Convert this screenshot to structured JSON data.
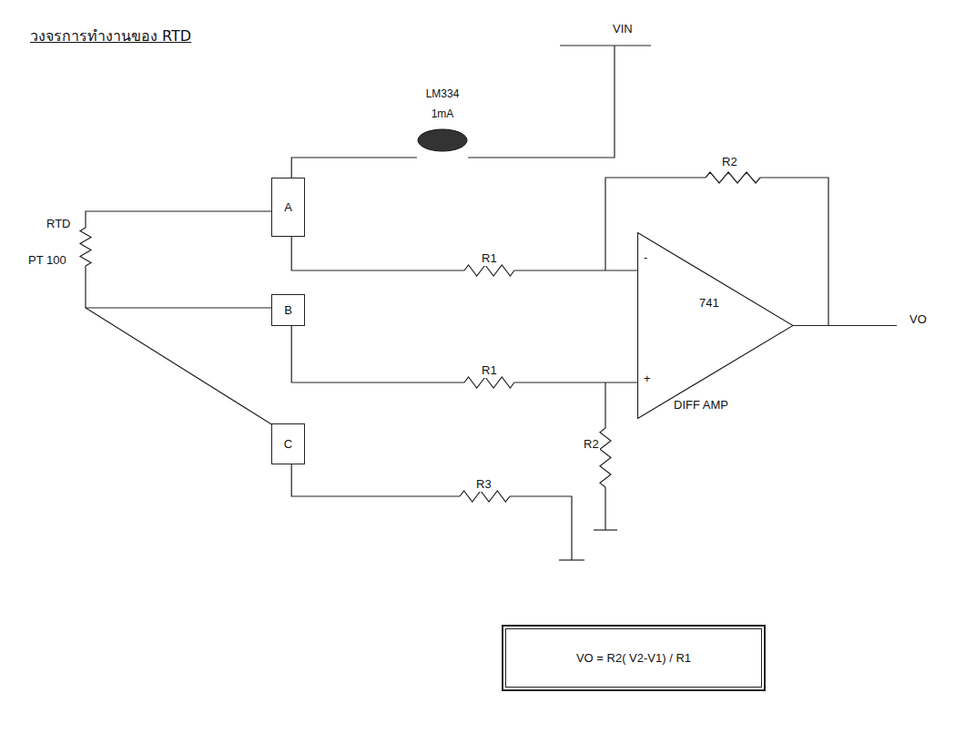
{
  "diagram": {
    "title": "วงจรการทำงานของ RTD",
    "nodes": [
      {
        "text": [
          "LM334",
          "1mA"
        ]
      },
      {
        "text": [
          "A"
        ]
      },
      {
        "text": [
          "B"
        ]
      },
      {
        "text": [
          "C"
        ]
      },
      {
        "text": [
          "741",
          "DIFF AMP"
        ]
      },
      {
        "text": [
          "VO = R2( V2-V1) / R1"
        ]
      }
    ],
    "edges": [
      {
        "from": 1,
        "to": 0,
        "arrow": "none"
      },
      {
        "from": 1,
        "to": 4,
        "label": "R1",
        "arrow": "none"
      },
      {
        "from": 2,
        "to": 4,
        "label": "R1",
        "arrow": "none"
      }
    ],
    "labels": [
      "VIN",
      "RTD",
      "PT 100",
      "R2",
      "R2",
      "R3",
      "-",
      "+",
      "VO"
    ]
  }
}
